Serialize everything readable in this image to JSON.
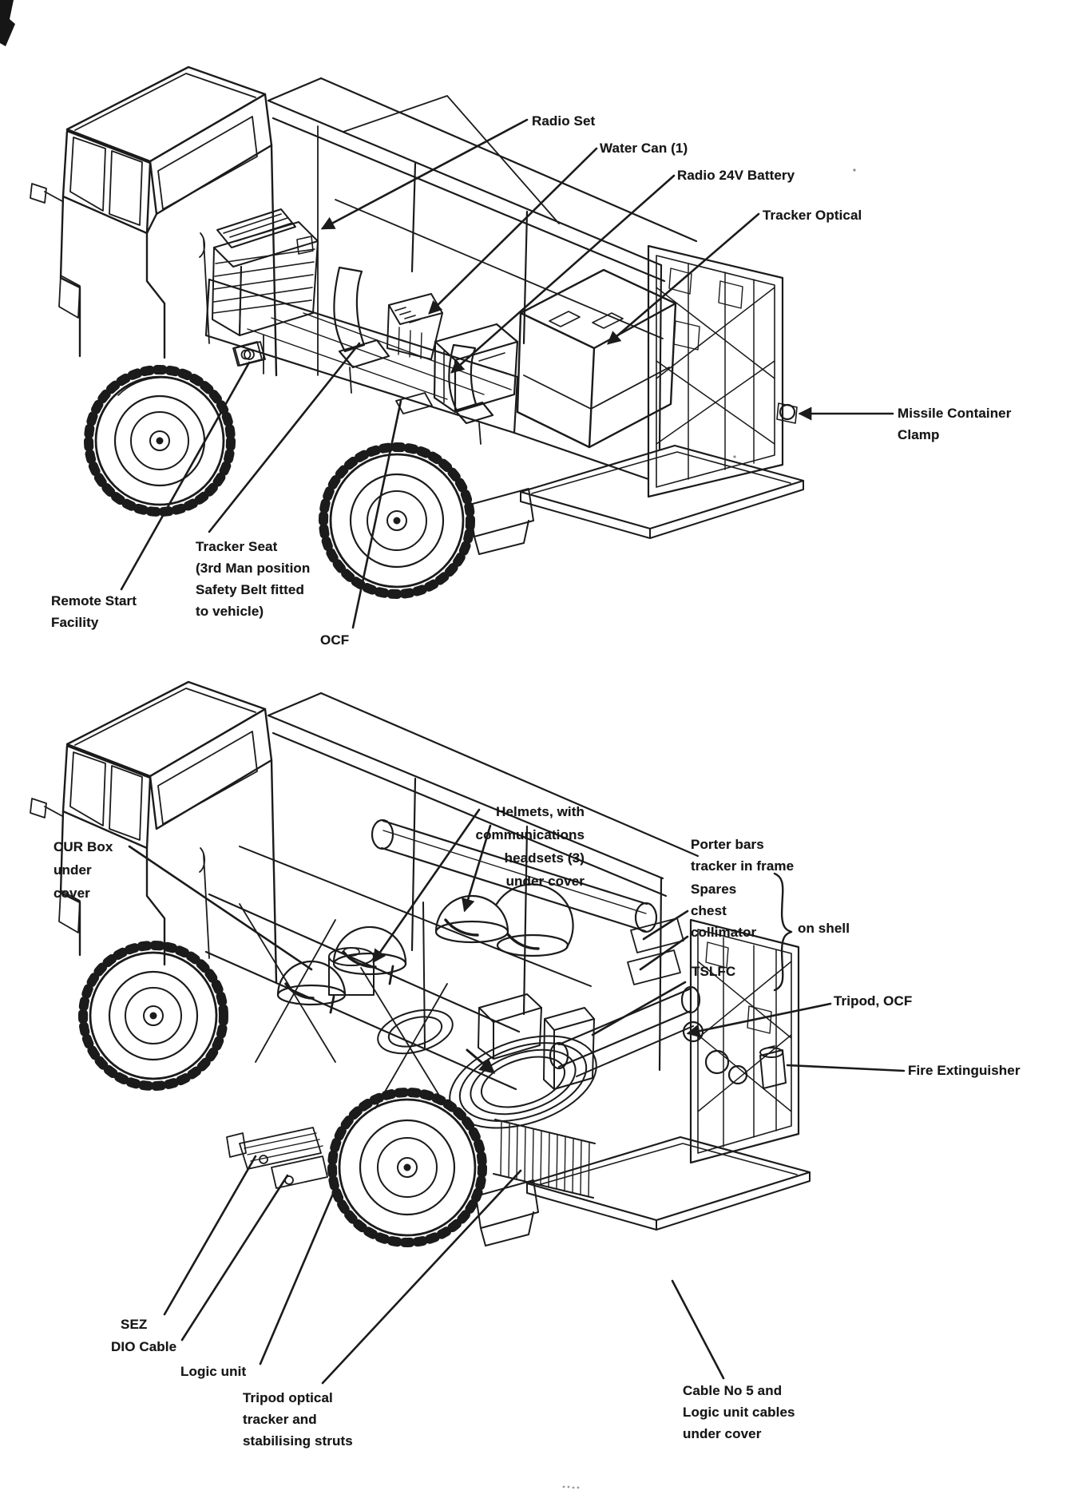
{
  "fig1": {
    "labels": {
      "radio_set": "Radio Set",
      "water_can": "Water Can (1)",
      "radio_24v_battery": "Radio 24V Battery",
      "tracker_optical": "Tracker Optical",
      "missile_container_clamp": "Missile Container\nClamp",
      "tracker_seat": "Tracker Seat\n(3rd Man position\nSafety Belt fitted\nto vehicle)",
      "remote_start_facility": "Remote Start\nFacility",
      "ocf": "OCF"
    }
  },
  "fig2": {
    "labels": {
      "cur_box": "CUR Box\nunder\ncover",
      "helmets": "Helmets, with\ncommunications\nheadsets (3)\nunder cover",
      "porter_bars": "Porter bars\ntracker in frame",
      "spares_chest": "Spares\nchest",
      "collimator": "collimator",
      "on_shell": "on shell",
      "tslfc": "TSLFC",
      "tripod_ocf": "Tripod, OCF",
      "fire_extinguisher": "Fire Extinguisher",
      "sez": "SEZ",
      "dio_cable": "DIO Cable",
      "logic_unit": "Logic unit",
      "tripod_optical": "Tripod optical\ntracker and\nstabilising struts",
      "cable_no5": "Cable No 5 and\nLogic unit cables\nunder cover"
    }
  },
  "ink": "#1b1b1b"
}
